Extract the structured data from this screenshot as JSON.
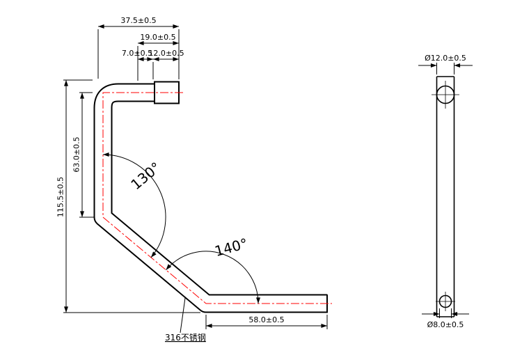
{
  "drawing": {
    "left_view": {
      "dim_top_width": "37.5±0.5",
      "dim_socket_length": "19.0±0.5",
      "dim_socket_step1": "7.0±0.5",
      "dim_socket_step2": "12.0±0.5",
      "dim_height_total": "115.5±0.5",
      "dim_height_upper": "63.0±0.5",
      "angle_upper_bend": "130°",
      "angle_lower_bend": "140°",
      "dim_bottom_length": "58.0±0.5",
      "material_label": "316不锈钢"
    },
    "right_view": {
      "dim_outer_diameter": "Ø12.0±0.5",
      "dim_inner_diameter": "Ø8.0±0.5"
    },
    "colors": {
      "outline": "#000000",
      "centerline": "#ff0000",
      "dimension": "#000000",
      "background": "#ffffff"
    }
  }
}
